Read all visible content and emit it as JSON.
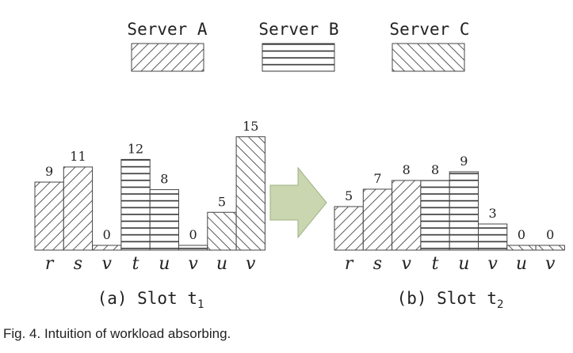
{
  "legend": [
    {
      "name": "Server A",
      "pattern": "diag-down"
    },
    {
      "name": "Server B",
      "pattern": "horiz"
    },
    {
      "name": "Server C",
      "pattern": "diag-up"
    }
  ],
  "chart_data": [
    {
      "type": "bar",
      "title": "(a) Slot t₁",
      "title_prefix": "(a) Slot t",
      "title_sub": "1",
      "categories": [
        "r",
        "s",
        "v",
        "t",
        "u",
        "v",
        "u",
        "v"
      ],
      "values": [
        9,
        11,
        0,
        12,
        8,
        0,
        5,
        15
      ],
      "servers": [
        "A",
        "A",
        "A",
        "B",
        "B",
        "B",
        "C",
        "C"
      ],
      "data_labels": [
        "9",
        "11",
        "0",
        "12",
        "8",
        "0",
        "5",
        "15"
      ],
      "ylim": [
        0,
        15
      ],
      "grid": false
    },
    {
      "type": "bar",
      "title": "(b) Slot t₂",
      "title_prefix": "(b) Slot t",
      "title_sub": "2",
      "categories": [
        "r",
        "s",
        "v",
        "t",
        "u",
        "v",
        "u",
        "v"
      ],
      "values": [
        5,
        7,
        8,
        8,
        9,
        3,
        0,
        0
      ],
      "servers": [
        "A",
        "A",
        "A",
        "B",
        "B",
        "B",
        "C",
        "C"
      ],
      "data_labels": [
        "5",
        "7",
        "8",
        "8",
        "9",
        "3",
        "0",
        "0"
      ],
      "ylim": [
        0,
        15
      ],
      "grid": false
    }
  ],
  "arrow_color": "#c9d6b0",
  "arrow_stroke": "#9fb083",
  "caption": "Fig. 4. Intuition of workload absorbing."
}
